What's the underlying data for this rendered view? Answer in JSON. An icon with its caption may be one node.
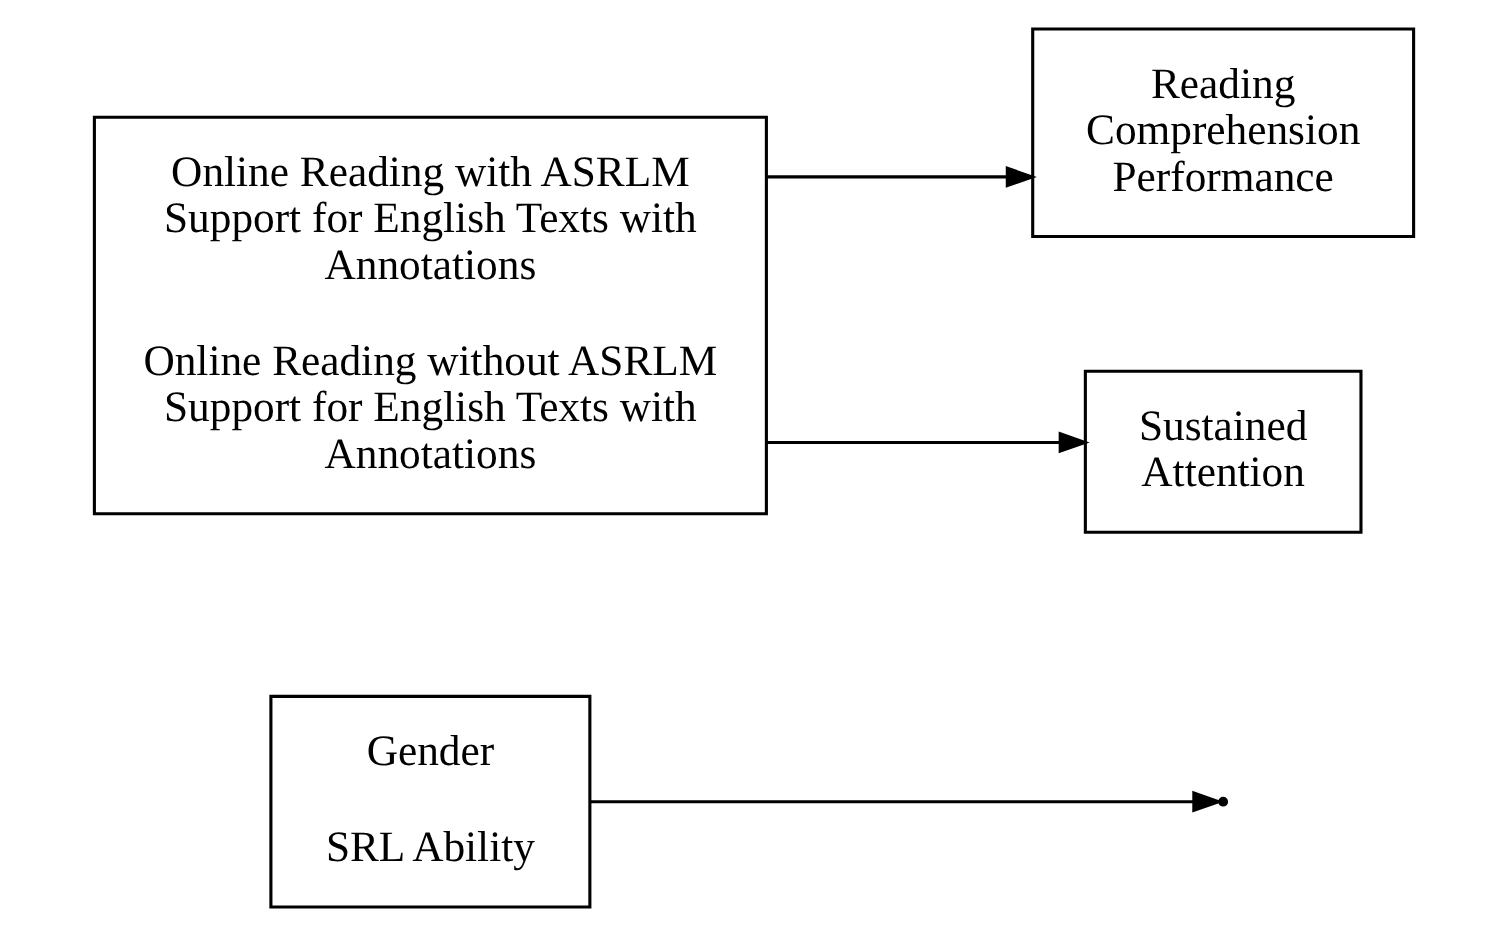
{
  "diagram": {
    "nodes": [
      {
        "text": [
          "Gender",
          "SRL Ability"
        ]
      },
      {
        "text": [
          "Online Reading with ASRLM Support for English Texts with Annotations",
          "Online Reading without ASRLM Support for English Texts with Annotations"
        ]
      },
      {
        "text": [
          "Reading Comprehension Performance"
        ]
      },
      {
        "text": [
          "Sustained Attention"
        ]
      }
    ],
    "edges": [
      {
        "from": 0,
        "to": null,
        "arrow": "to"
      },
      {
        "from": 1,
        "to": 2,
        "arrow": "to"
      },
      {
        "from": 1,
        "to": 3,
        "arrow": "to"
      }
    ]
  }
}
